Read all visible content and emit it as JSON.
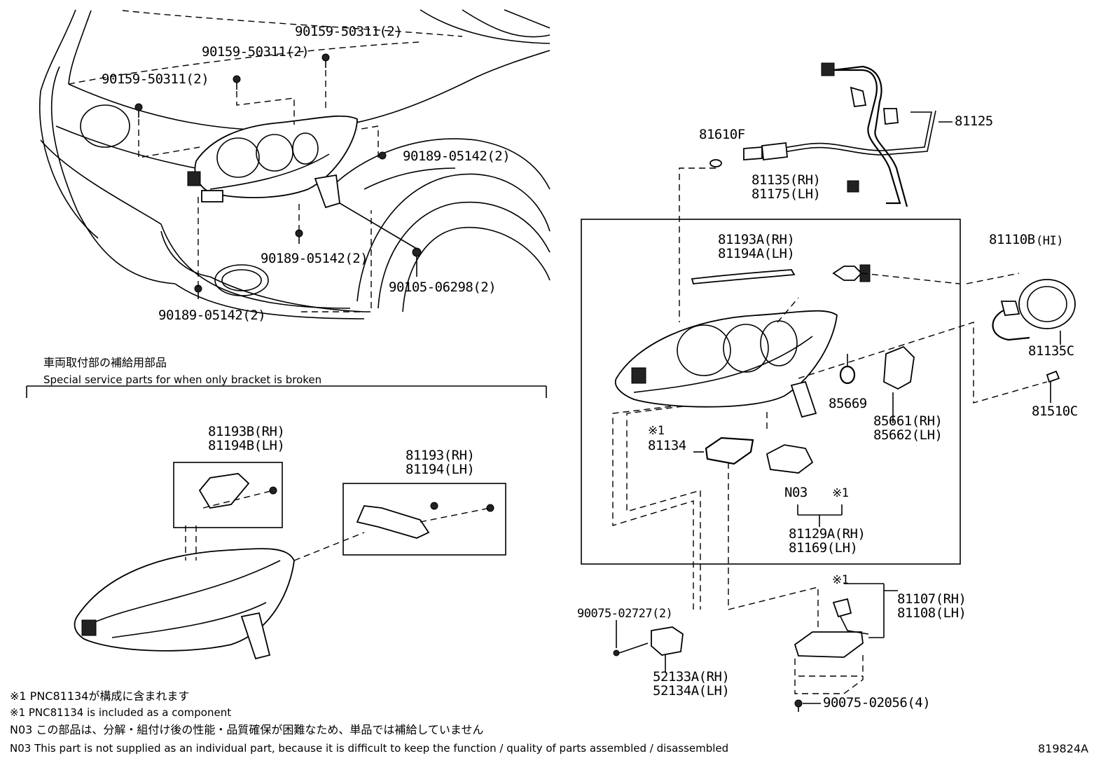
{
  "diagram": {
    "part_labels": {
      "p_90159_a": "90159-50311(2)",
      "p_90159_b": "90159-50311(2)",
      "p_90159_c": "90159-50311(2)",
      "p_90189_a": "90189-05142(2)",
      "p_90189_b": "90189-05142(2)",
      "p_90189_c": "90189-05142(2)",
      "p_90105": "90105-06298(2)",
      "p_81610f": "81610F",
      "p_81125": "81125",
      "p_81135_rh": "81135(RH)",
      "p_81175_lh": "81175(LH)",
      "p_81193a_rh": "81193A(RH)",
      "p_81194a_lh": "81194A(LH)",
      "p_81110b": "81110B",
      "p_81110b_hi": "(HI)",
      "p_81135c": "81135C",
      "p_81510c": "81510C",
      "p_85669": "85669",
      "p_85661_rh": "85661(RH)",
      "p_85662_lh": "85662(LH)",
      "p_81134_mark": "※1",
      "p_81134": "81134",
      "p_n03": "N03",
      "p_n03_mark": "※1",
      "p_81129a_rh": "81129A(RH)",
      "p_81169_lh": "81169(LH)",
      "p_81107_mark": "※1",
      "p_81107_rh": "81107(RH)",
      "p_81108_lh": "81108(LH)",
      "p_90075_02727": "90075-02727(2)",
      "p_52133a_rh": "52133A(RH)",
      "p_52134a_lh": "52134A(LH)",
      "p_90075_02056": "90075-02056(4)",
      "p_81193b_rh": "81193B(RH)",
      "p_81194b_lh": "81194B(LH)",
      "p_81193_rh": "81193(RH)",
      "p_81194_lh": "81194(LH)"
    },
    "service_parts": {
      "title_jp": "車両取付部の補給用部品",
      "title_en": "Special service parts for when only bracket is broken"
    },
    "notes": {
      "note1_jp": "※1 PNC81134が構成に含まれます",
      "note1_en": "※1 PNC81134 is included as a component",
      "n03_jp": "N03 この部品は、分解・組付け後の性能・品質確保が困難なため、単品では補給していません",
      "n03_en": "N03 This part is not supplied as an individual part, because it is difficult to keep the function / quality of parts assembled / disassembled"
    },
    "figure_number": "819824A"
  }
}
